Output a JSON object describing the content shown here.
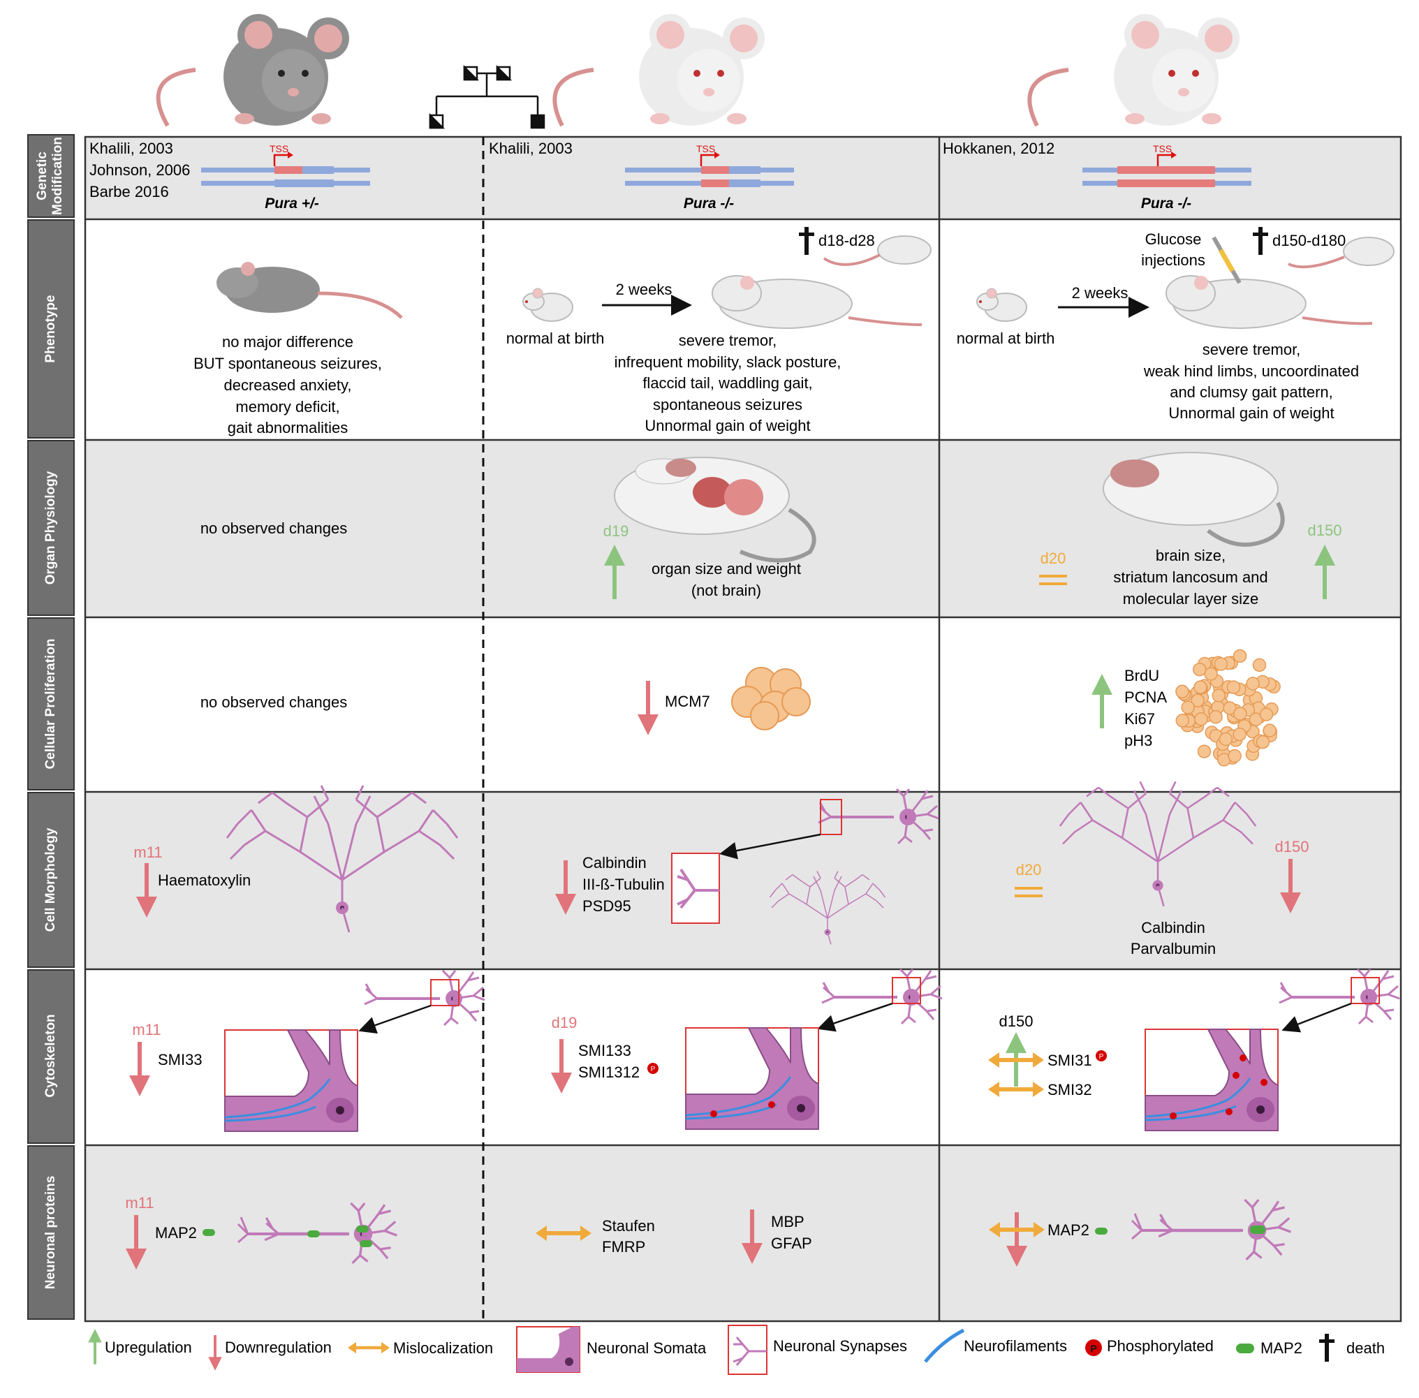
{
  "row_labels": [
    "Genetic Modification",
    "Phenotype",
    "Organ Physiology",
    "Cellular Proliferation",
    "Cell Morphology",
    "Cytoskeleton",
    "Neuronal proteins"
  ],
  "genetic": {
    "col1_refs": [
      "Khalili, 2003",
      "Johnson, 2006",
      "Barbe 2016"
    ],
    "col1_genotype": "Pura +/-",
    "col2_refs": [
      "Khalili, 2003"
    ],
    "col2_genotype": "Pura -/-",
    "col3_refs": [
      "Hokkanen, 2012"
    ],
    "col3_genotype": "Pura -/-",
    "tss": "TSS"
  },
  "phenotype": {
    "col1": [
      "no major difference",
      "BUT spontaneous seizures,",
      "decreased anxiety,",
      "memory deficit,",
      "gait abnormalities"
    ],
    "col2_birth": "normal at birth",
    "col2_arrow": "2 weeks",
    "col2_death": "d18-d28",
    "col2_text": [
      "severe tremor,",
      "infrequent mobility, slack posture,",
      "flaccid tail, waddling gait,",
      "spontaneous seizures",
      "Unnormal gain of weight"
    ],
    "col3_birth": "normal at birth",
    "col3_arrow": "2 weeks",
    "col3_glucose": [
      "Glucose",
      "injections"
    ],
    "col3_death": "d150-d180",
    "col3_text": [
      "severe tremor,",
      "weak hind limbs, uncoordinated",
      "and clumsy gait pattern,",
      "Unnormal gain of weight"
    ]
  },
  "organ": {
    "col1": "no observed changes",
    "col2_day": "d19",
    "col2_text": [
      "organ size and weight",
      "(not brain)"
    ],
    "col3_day_left": "d20",
    "col3_day_right": "d150",
    "col3_text": [
      "brain size,",
      "striatum lancosum and",
      "molecular layer size"
    ]
  },
  "prolif": {
    "col1": "no observed changes",
    "col2": "MCM7",
    "col3": [
      "BrdU",
      "PCNA",
      "Ki67",
      "pH3"
    ]
  },
  "morph": {
    "col1_day": "m11",
    "col1_text": "Haematoxylin",
    "col2_text": [
      "Calbindin",
      "III-ß-Tubulin",
      "PSD95"
    ],
    "col3_day_left": "d20",
    "col3_day_right": "d150",
    "col3_text": [
      "Calbindin",
      "Parvalbumin"
    ]
  },
  "cyto": {
    "col1_day": "m11",
    "col1_text": "SMI33",
    "col2_day": "d19",
    "col2_text": [
      "SMI133",
      "SMI1312"
    ],
    "col3_day": "d150",
    "col3_text": [
      "SMI31",
      "SMI32"
    ]
  },
  "neuro": {
    "col1_day": "m11",
    "col1_text": "MAP2",
    "col2_left": [
      "Staufen",
      "FMRP"
    ],
    "col2_right": [
      "MBP",
      "GFAP"
    ],
    "col3_text": "MAP2"
  },
  "legend": {
    "up": "Upregulation",
    "down": "Downregulation",
    "mis": "Mislocalization",
    "somata": "Neuronal Somata",
    "synapses": "Neuronal Synapses",
    "nf": "Neurofilaments",
    "phos": "Phosphorylated",
    "phos_glyph": "P",
    "map2": "MAP2",
    "death": "death"
  },
  "colors": {
    "up": "#8cc47e",
    "down": "#e0747a",
    "mis": "#f0aa3c",
    "neuron": "#c07ab8",
    "band": "#e6e6e6",
    "label_bar": "#707070",
    "map2": "#4aaa3e",
    "phos": "#d40000",
    "mouse_grey": "#9a9a9a",
    "mouse_white": "#ececec"
  }
}
